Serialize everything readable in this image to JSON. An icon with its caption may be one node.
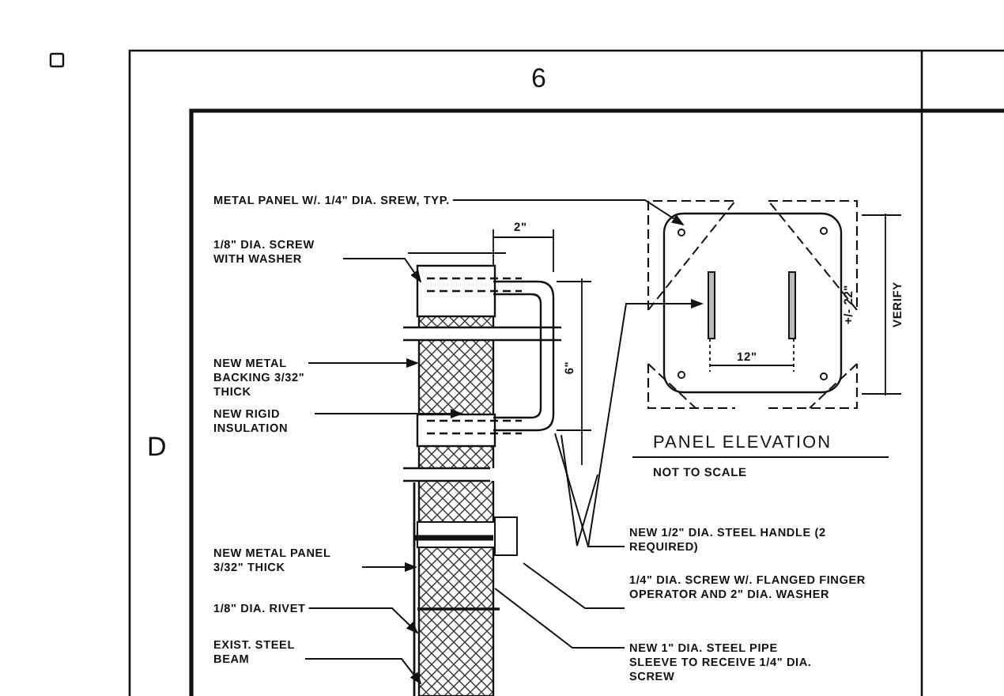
{
  "diagram": {
    "nodes": [
      {
        "text": [
          "METAL PANEL W/. 1/4\" DIA. SREW, TYP."
        ]
      },
      {
        "text": [
          "1/8\" DIA. SCREW WITH WASHER"
        ]
      },
      {
        "text": [
          "NEW METAL BACKING 3/32\" THICK"
        ]
      },
      {
        "text": [
          "NEW RIGID INSULATION"
        ]
      },
      {
        "text": [
          "NEW METAL PANEL 3/32\" THICK"
        ]
      },
      {
        "text": [
          "1/8\" DIA. RIVET"
        ]
      },
      {
        "text": [
          "EXIST. STEEL BEAM"
        ]
      },
      {
        "text": [
          "NEW 1/2\" DIA. STEEL HANDLE (2 REQUIRED)"
        ]
      },
      {
        "text": [
          "1/4\" DIA. SCREW W/. FLANGED FINGER OPERATOR AND 2\" DIA. WASHER"
        ]
      },
      {
        "text": [
          "NEW 1\" DIA. STEEL PIPE SLEEVE TO RECEIVE 1/4\" DIA. SCREW"
        ]
      }
    ],
    "edges": [
      {
        "from": 0,
        "to": null,
        "arrow": "to"
      },
      {
        "from": 1,
        "to": null,
        "arrow": "to"
      },
      {
        "from": 2,
        "to": null,
        "arrow": "to"
      },
      {
        "from": 3,
        "to": null,
        "arrow": "to"
      },
      {
        "from": 4,
        "to": null,
        "arrow": "to"
      },
      {
        "from": 5,
        "to": null,
        "arrow": "to"
      },
      {
        "from": 6,
        "to": null,
        "arrow": "to"
      },
      {
        "from": 7,
        "to": null,
        "arrow": "none"
      },
      {
        "from": 7,
        "to": null,
        "arrow": "to"
      },
      {
        "from": 8,
        "to": null,
        "arrow": "none"
      },
      {
        "from": 9,
        "to": null,
        "arrow": "none"
      }
    ],
    "labels": [
      "6",
      "D",
      "2\"",
      "6\"",
      "12\"",
      "+/- 22\"",
      "VERIFY",
      "PANEL ELEVATION",
      "NOT TO SCALE"
    ]
  }
}
